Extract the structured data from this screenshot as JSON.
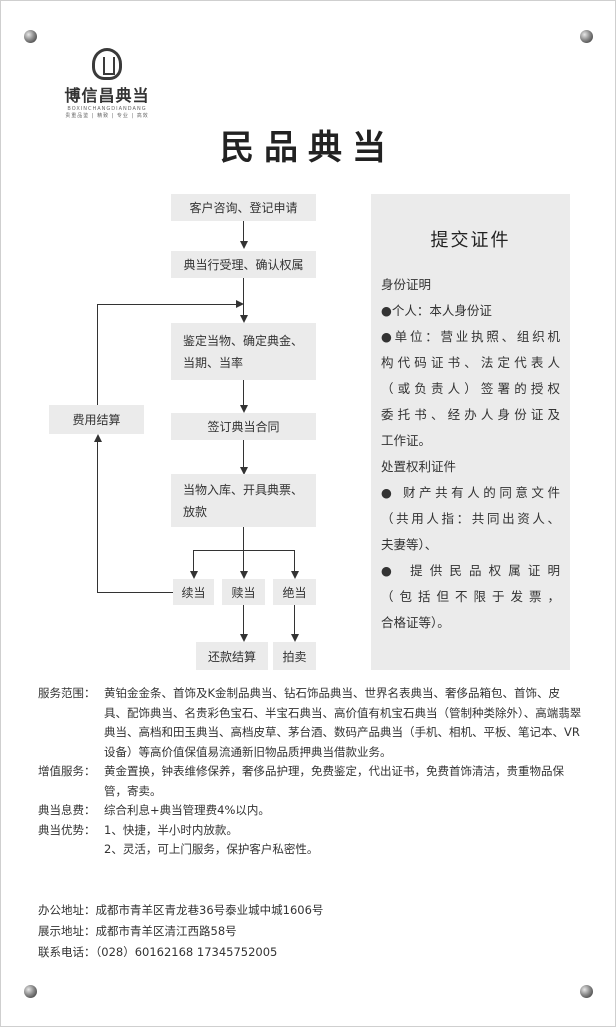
{
  "logo": {
    "name": "博信昌典当",
    "pinyin": "BOXINCHANGDIANDANG",
    "tagline": "贵重品鉴 | 精致 | 专业 | 高效"
  },
  "title": "民品典当",
  "flow": {
    "step1": "客户咨询、登记申请",
    "step2": "典当行受理、确认权属",
    "step3": "鉴定当物、确定典金、当期、当率",
    "step4": "签订典当合同",
    "step5": "当物入库、开具典票、放款",
    "fee": "费用结算",
    "renew": "续当",
    "redeem": "赎当",
    "forfeit": "绝当",
    "repay": "还款结算",
    "auction": "拍卖"
  },
  "docs": {
    "title": "提交证件",
    "identity_heading": "身份证明",
    "personal": "●个人：本人身份证",
    "company_lines": [
      "●单位：营业执照、组织机",
      "构代码证书、法定代表人",
      "（或负责人）签署的授权",
      "委托书、经办人身份证及",
      "工作证。"
    ],
    "disposal_heading": "处置权利证件",
    "joint_lines": [
      "● 财产共有人的同意文件",
      "（共用人指：共同出资人、",
      "夫妻等）、"
    ],
    "ownership_lines": [
      "● 提供民品权属证明",
      "（包括但不限于发票，",
      "合格证等）。"
    ]
  },
  "info": {
    "scope_label": "服务范围：",
    "scope_text": "黄铂金金条、首饰及K金制品典当、钻石饰品典当、世界名表典当、奢侈品箱包、首饰、皮具、配饰典当、名贵彩色宝石、半宝石典当、高价值有机宝石典当（管制种类除外）、高端翡翠典当、高档和田玉典当、高档皮草、茅台酒、数码产品典当（手机、相机、平板、笔记本、VR设备）等高价值保值易流通新旧物品质押典当借款业务。",
    "value_label": "增值服务：",
    "value_text": "黄金置换，钟表维修保养，奢侈品护理，免费鉴定，代出证书，免费首饰清洁，贵重物品保管，寄卖。",
    "fee_label": "典当息费：",
    "fee_text": "综合利息+典当管理费4%以内。",
    "adv_label": "典当优势：",
    "adv_1": "1、快捷，半小时内放款。",
    "adv_2": "2、灵活，可上门服务，保护客户私密性。"
  },
  "contact": {
    "office": "办公地址：成都市青羊区青龙巷36号泰业城中城1606号",
    "showroom": "展示地址：成都市青羊区清江西路58号",
    "phone": "联系电话：（028）60162168   17345752005"
  }
}
